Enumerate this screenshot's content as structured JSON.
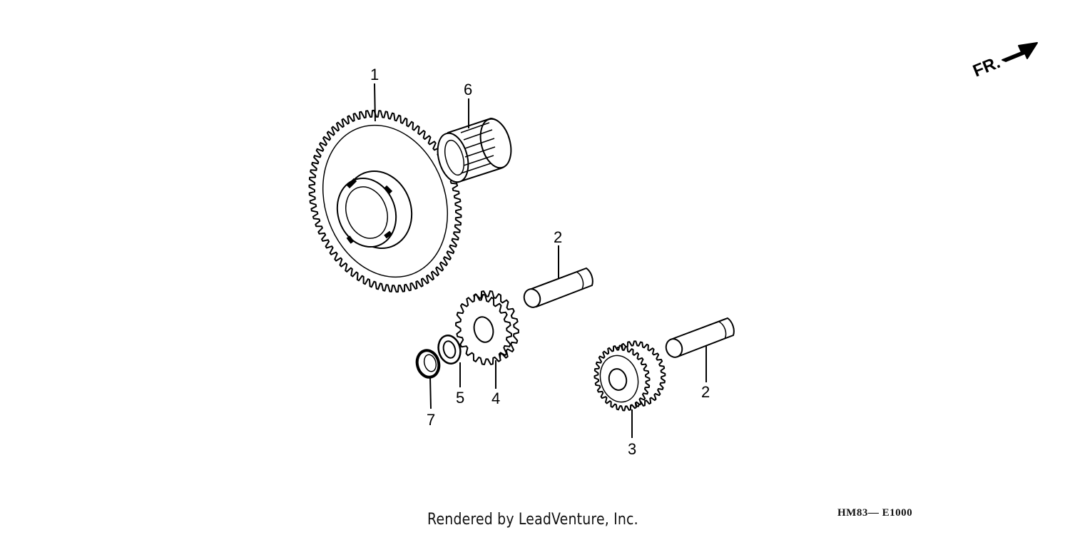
{
  "diagram": {
    "callouts": {
      "gear_large": "1",
      "pin_upper": "2",
      "pin_lower": "2",
      "gear_small_lower": "3",
      "gear_small_upper": "4",
      "washer": "5",
      "needle_bearing": "6",
      "snap_ring": "7"
    },
    "direction_label": "FR."
  },
  "footer": {
    "credit": "Rendered by LeadVenture, Inc.",
    "code": "HM83— E1000"
  },
  "colors": {
    "ink": "#000000",
    "background": "#ffffff"
  }
}
